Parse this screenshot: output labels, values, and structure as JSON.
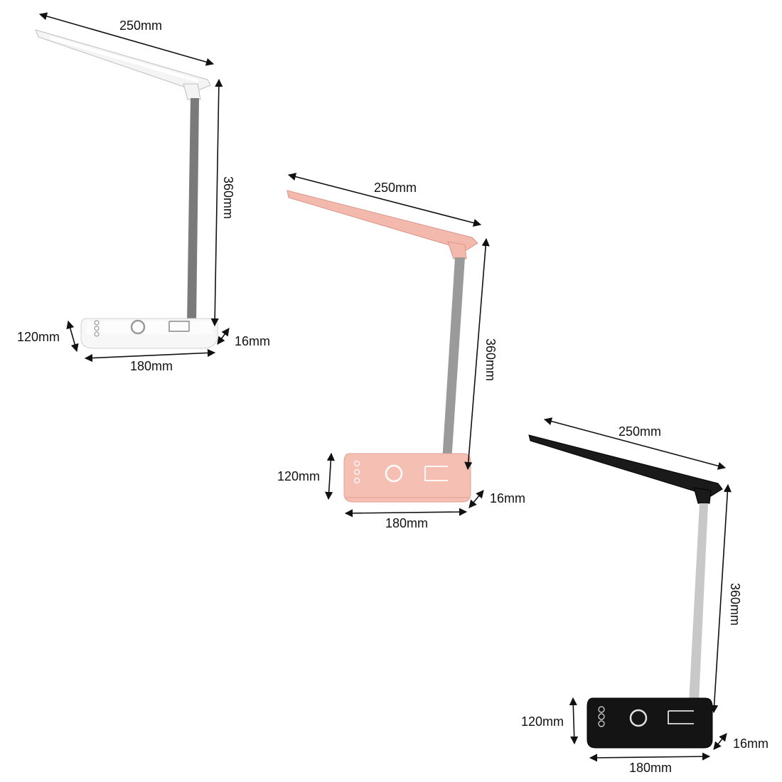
{
  "lamps": [
    {
      "variant": "white",
      "colors": {
        "head": "#f4f4f4",
        "head_edge": "#bfbfbf",
        "pole": "#7a7a7a",
        "base": "#f7f7f7",
        "base_edge": "#d0d0d0",
        "icons": "#9a9a9a"
      },
      "dims": {
        "head_length": "250mm",
        "height": "360mm",
        "base_depth": "120mm",
        "base_thickness": "16mm",
        "base_width": "180mm"
      }
    },
    {
      "variant": "pink",
      "colors": {
        "head": "#f4b9ad",
        "head_edge": "#d9968a",
        "pole": "#9a9a9a",
        "base": "#f6bfb3",
        "base_edge": "#e0a193",
        "icons": "#ffffff"
      },
      "dims": {
        "head_length": "250mm",
        "height": "360mm",
        "base_depth": "120mm",
        "base_thickness": "16mm",
        "base_width": "180mm"
      }
    },
    {
      "variant": "black",
      "colors": {
        "head": "#1a1a1a",
        "head_edge": "#000000",
        "pole": "#c8c8c8",
        "base": "#141414",
        "base_edge": "#000000",
        "icons": "#e0e0e0"
      },
      "dims": {
        "head_length": "250mm",
        "height": "360mm",
        "base_depth": "120mm",
        "base_thickness": "16mm",
        "base_width": "180mm"
      }
    }
  ]
}
